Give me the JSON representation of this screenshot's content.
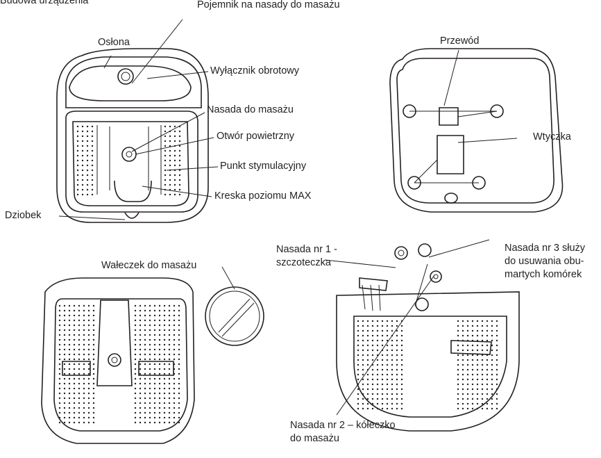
{
  "header_fragment": "Budowa urządzenia",
  "labels": {
    "pojemnik": "Pojemnik na nasady do masażu",
    "oslona": "Osłona",
    "wylacznik": "Wyłącznik obrotowy",
    "nasada_masazu": "Nasada do masażu",
    "otwor": "Otwór powietrzny",
    "punkt": "Punkt stymulacyjny",
    "kreska": "Kreska poziomu MAX",
    "dziobek": "Dziobek",
    "przewod": "Przewód",
    "wtyczka": "Wtyczka",
    "waleczek": "Wałeczek do masażu",
    "nasada1": "Nasada nr 1 - szczoteczka",
    "nasada3": "Nasada nr 3 służy do usuwania obu-martych komórek",
    "nasada2": "Nasada nr 2 – kółeczko do masażu"
  },
  "colors": {
    "ink": "#231f20",
    "background": "#ffffff"
  }
}
